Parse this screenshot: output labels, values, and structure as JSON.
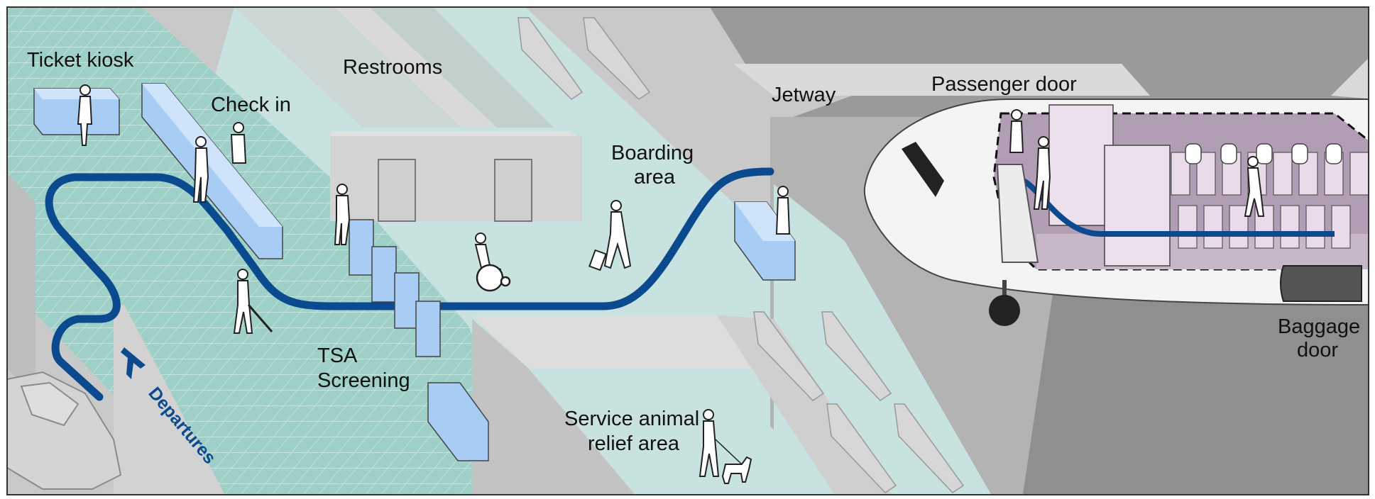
{
  "labels": {
    "ticket_kiosk": "Ticket kiosk",
    "check_in": "Check in",
    "restrooms": "Restrooms",
    "jetway": "Jetway",
    "passenger_door": "Passenger door",
    "boarding_area_line1": "Boarding",
    "boarding_area_line2": "area",
    "tsa_line1": "TSA",
    "tsa_line2": "Screening",
    "service_animal_line1": "Service animal",
    "service_animal_line2": "relief area",
    "baggage_line1": "Baggage",
    "baggage_line2": "door",
    "departures": "Departures"
  },
  "colors": {
    "floor_teal": "#9ed0c8",
    "floor_light": "#c8e2df",
    "wall_gray": "#c9c9c9",
    "wall_dark": "#a9a9a9",
    "tarmac": "#9a9a9a",
    "route_blue": "#0b4a8f",
    "counter_blue": "#a8cdf5",
    "cabin_purple": "#b19eb5",
    "seat_lilac": "#e9dbe9"
  },
  "icons": [
    "departures-plane-icon",
    "wheelchair-icon",
    "service-dog-icon",
    "white-cane-icon",
    "rolling-suitcase-icon"
  ]
}
